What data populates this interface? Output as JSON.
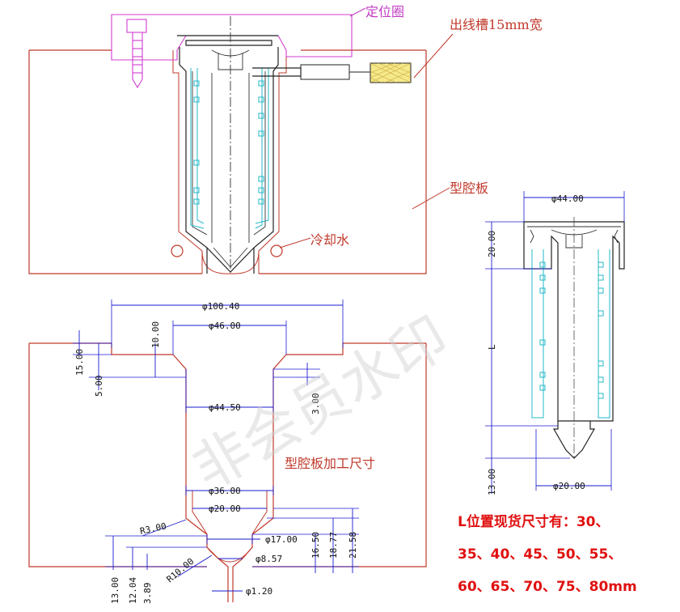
{
  "labels": {
    "locating_ring": "定位圈",
    "wire_slot": "出线槽15mm宽",
    "cavity_plate": "型腔板",
    "cooling_water": "冷却水",
    "cavity_machining": "型腔板加工尺寸"
  },
  "dimensions": {
    "d100_40": "φ100.40",
    "d46_00": "φ46.00",
    "d44_50": "φ44.50",
    "d36_00": "φ36.00",
    "d20_00_cav": "φ20.00",
    "d17_00": "φ17.00",
    "d8_57": "φ8.57",
    "d1_20": "φ1.20",
    "r3_00": "R3.00",
    "r10_00": "R10.00",
    "v15_00": "15.00",
    "v5_00": "5.00",
    "v10_00": "10.00",
    "v3_00": "3.00",
    "v13_00": "13.00",
    "v12_04": "12.04",
    "v3_89": "3.89",
    "v16_50": "16.50",
    "v18_77": "18.77",
    "v21_58": "21.58",
    "nozzle_d44": "φ44.00",
    "nozzle_20": "20.00",
    "nozzle_L": "L",
    "nozzle_13": "13.00",
    "nozzle_d20": "φ20.00"
  },
  "note_lines": [
    "L位置现货尺寸有：30、",
    "35、40、45、50、55、",
    "60、65、70、75、80mm"
  ],
  "watermark": "非会员水印",
  "colors": {
    "plate": "#c0392b",
    "part": "#222222",
    "locating_ring": "#d03cd0",
    "heater": "#22b8c8",
    "dimension": "#1a1ad0",
    "connector": "#f5e98a",
    "note": "#e01010"
  }
}
